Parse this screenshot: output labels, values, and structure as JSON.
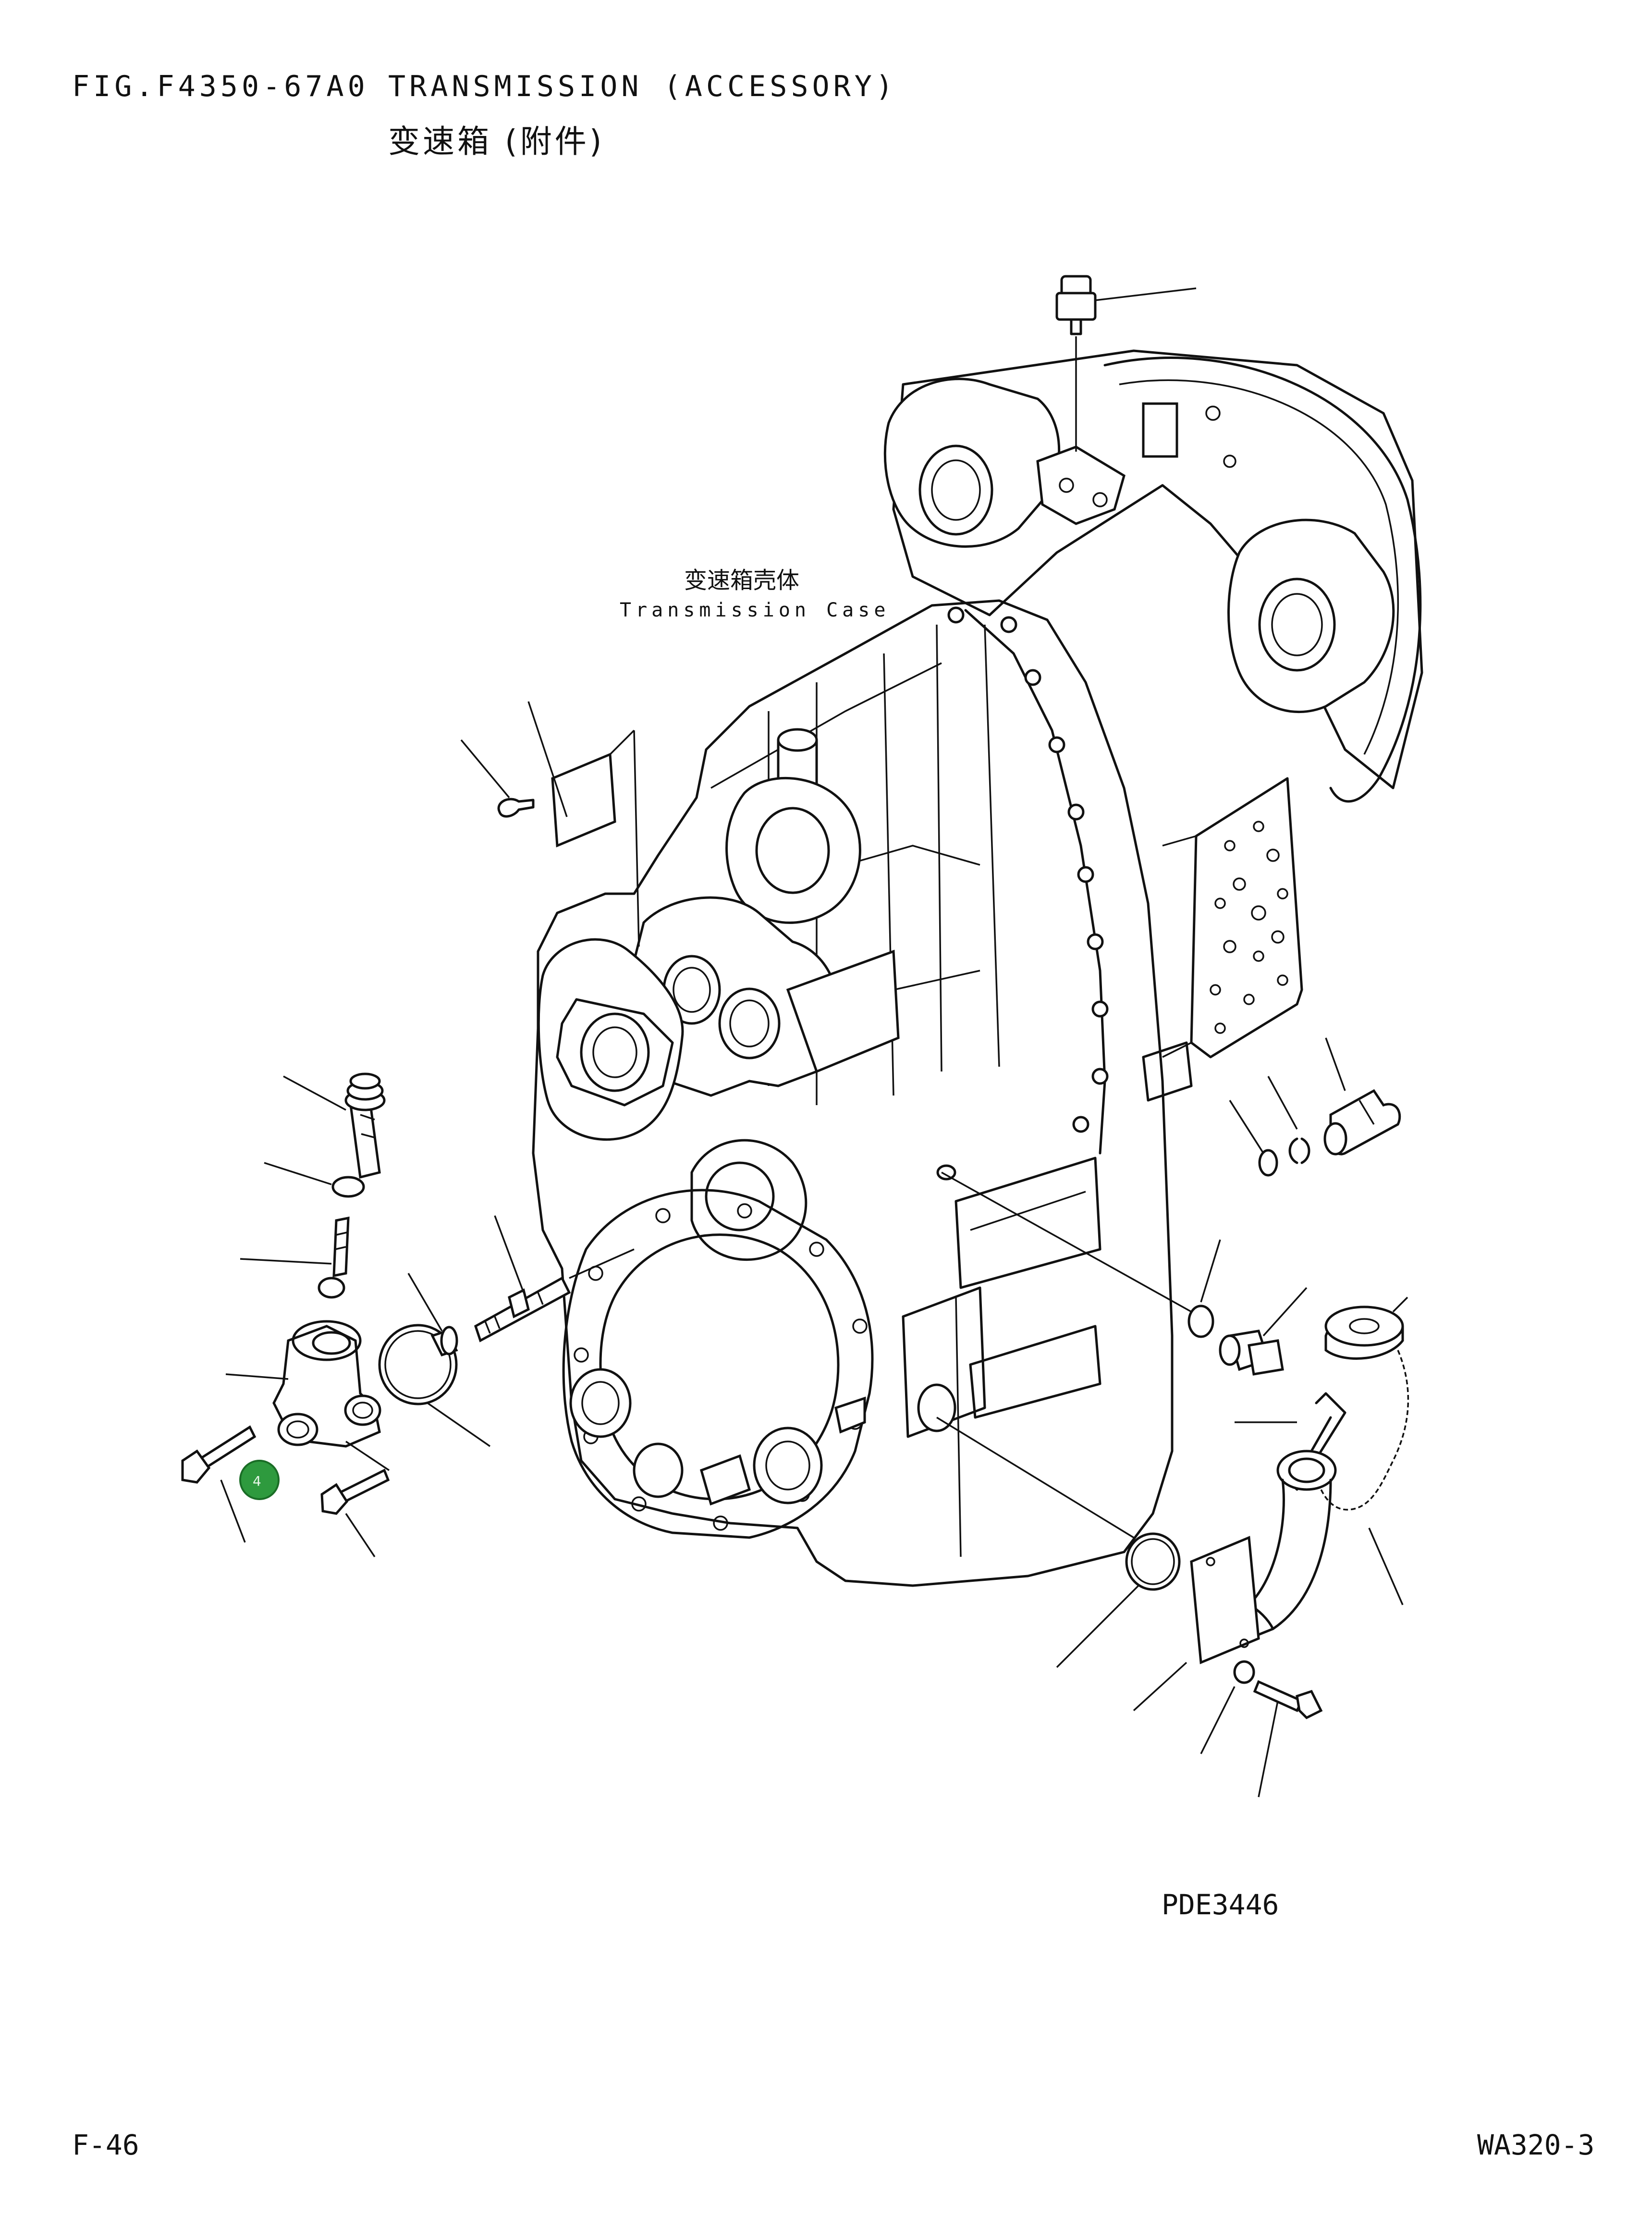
{
  "header": {
    "fig_code": "FIG.F4350-67A0",
    "title_en": "TRANSMISSION (ACCESSORY)",
    "title_zh": "变速箱 (附件)"
  },
  "diagram": {
    "case_label_zh": "变速箱壳体",
    "case_label_en": "Transmission Case",
    "drawing_code": "PDE3446",
    "callout": {
      "number": "4",
      "color": "#2e9a3e"
    }
  },
  "footer": {
    "page_number": "F-46",
    "model": "WA320-3"
  }
}
